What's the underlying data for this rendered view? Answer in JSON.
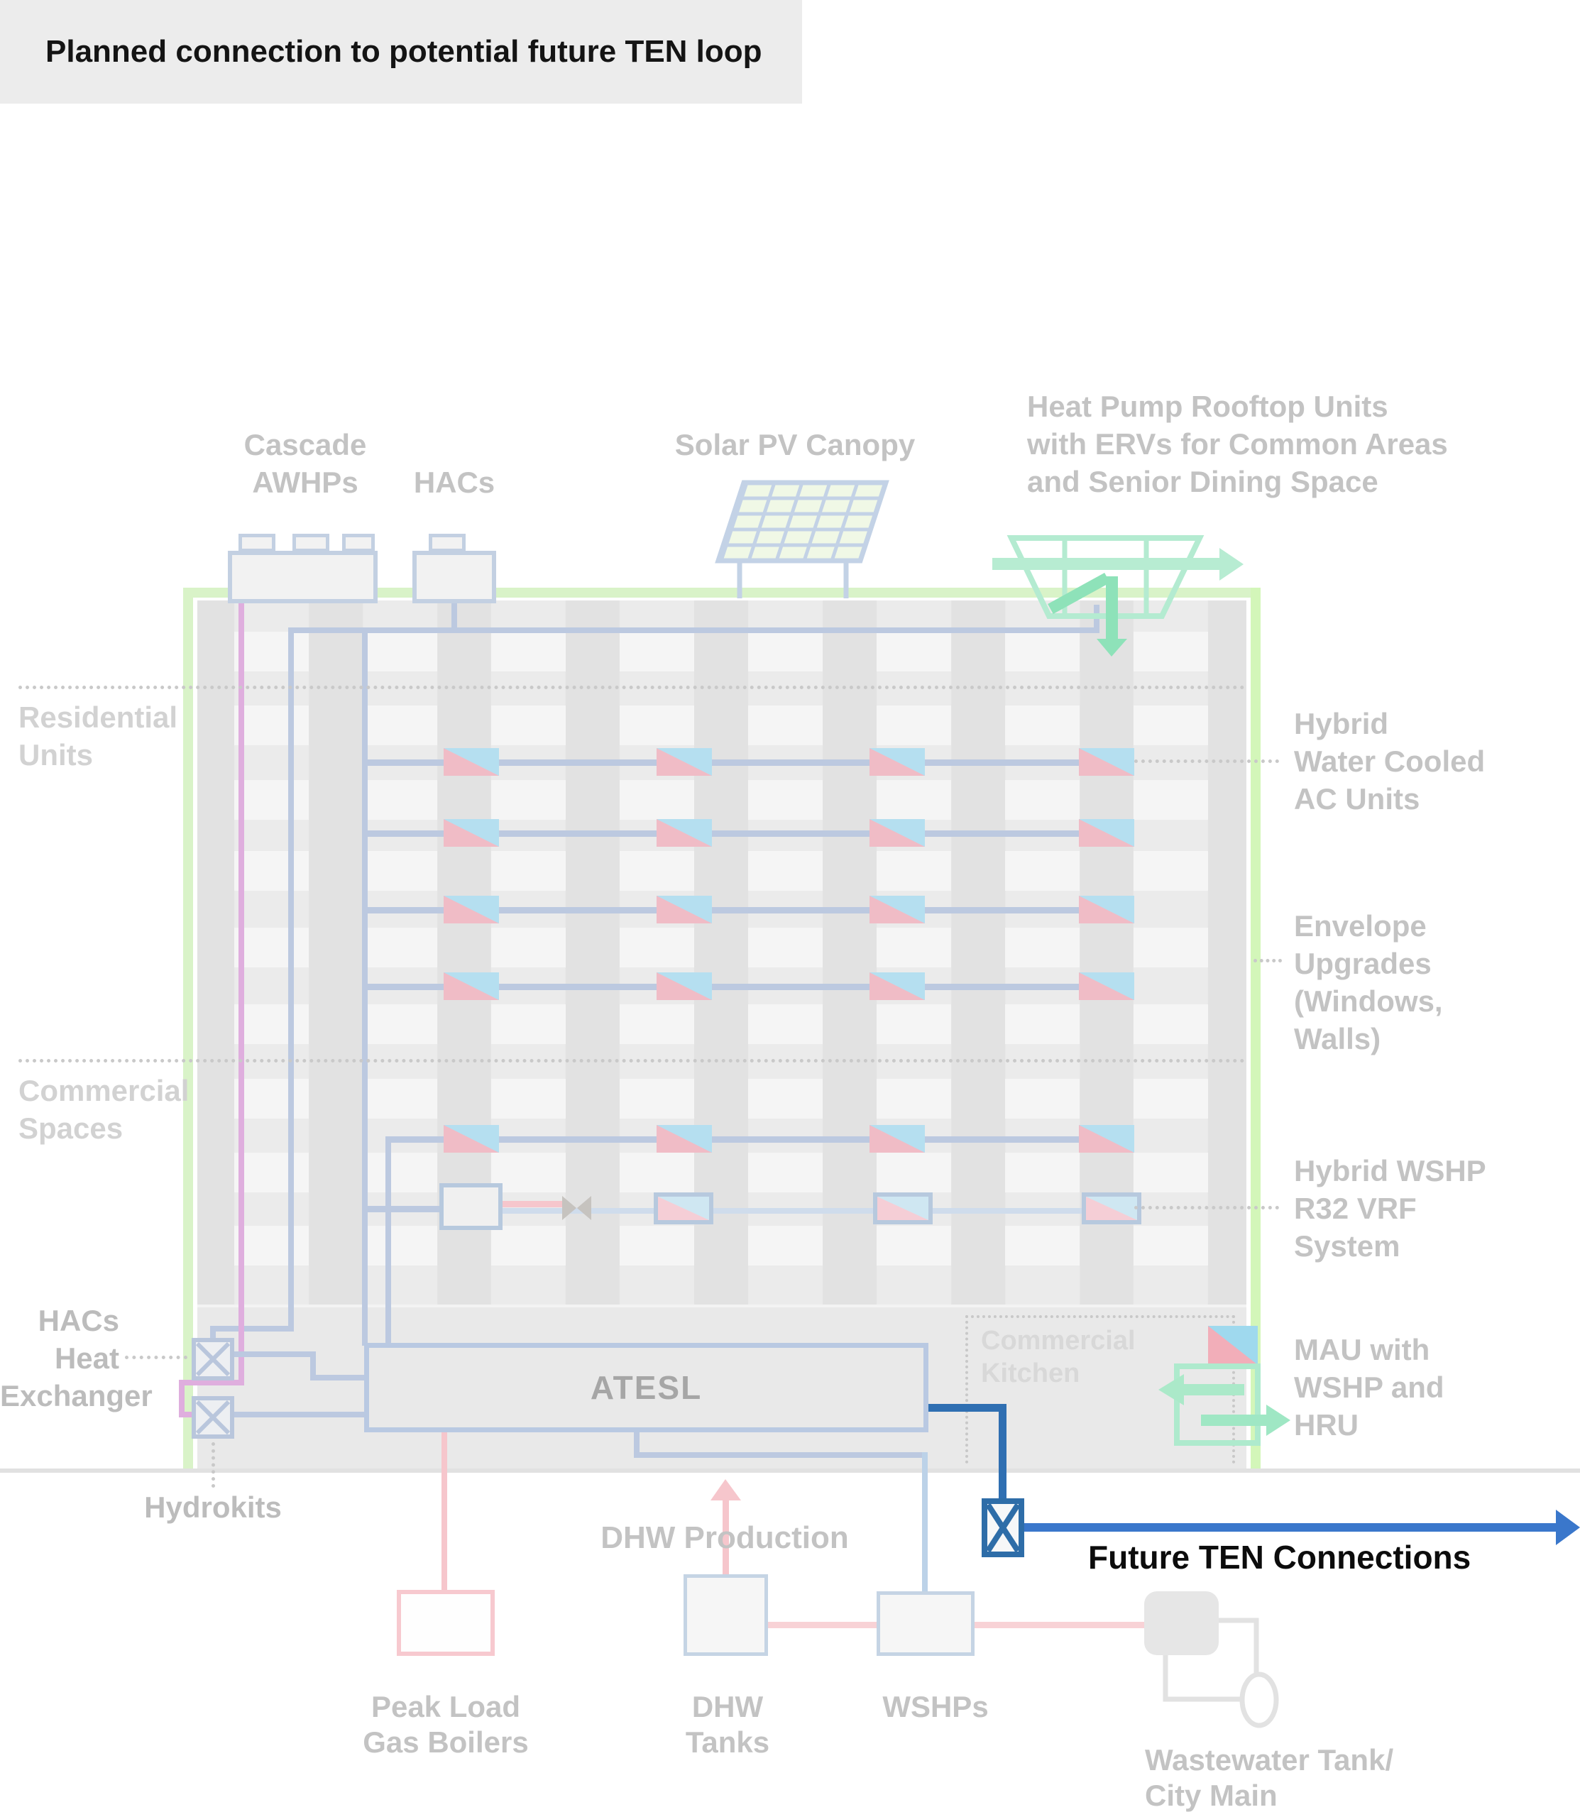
{
  "title": "Planned connection to potential future TEN loop",
  "roof": {
    "cascade_awhps": "Cascade\nAWHPs",
    "hacs": "HACs",
    "solar_pv": "Solar PV Canopy",
    "rooftop_units": "Heat Pump Rooftop Units\nwith ERVs for Common Areas\nand Senior Dining Space"
  },
  "sections": {
    "residential": "Residential\nUnits",
    "commercial": "Commercial\nSpaces",
    "kitchen": "Commercial\nKitchen"
  },
  "right_labels": {
    "hybrid_ac": "Hybrid\nWater Cooled\nAC Units",
    "envelope": "Envelope\nUpgrades\n(Windows,\nWalls)",
    "vrf": "Hybrid WSHP\nR32 VRF\nSystem",
    "mau": "MAU with\nWSHP and\nHRU"
  },
  "plant": {
    "hx": "HACs\nHeat\nExchanger",
    "hydrokits": "Hydrokits",
    "atesl": "ATESL",
    "dhw_production": "DHW Production",
    "future_ten": "Future TEN Connections",
    "boilers": "Peak Load\nGas Boilers",
    "dhw_tanks": "DHW\nTanks",
    "wshps": "WSHPs",
    "wastewater": "Wastewater Tank/\nCity Main"
  },
  "colors": {
    "future_blue": "#2e6da8",
    "arrow_blue": "#3a77cb",
    "pipe_blue": "#bcc9e0",
    "magenta": "#dfaede",
    "pink": "#f6c6cc",
    "green_envelope": "#d9f3c8",
    "mint": "#a9e8c9",
    "mint_light": "#bdeed5",
    "ac_blue": "#b5dff0",
    "ac_pink": "#f0bcc6",
    "vrf_blue": "#cfe7f2",
    "vrf_pink": "#f5ced6",
    "gray_line": "#e1e1e1",
    "faded_text": "#c3c3c3"
  },
  "icon_names": [
    "solar-panel-icon",
    "rooftop-heat-pump-icon",
    "erv-arrow-icon",
    "heat-exchanger-icon",
    "valve-icon",
    "future-ten-valve-icon",
    "mau-icon",
    "wastewater-pump-icon",
    "flow-arrow-icon"
  ]
}
